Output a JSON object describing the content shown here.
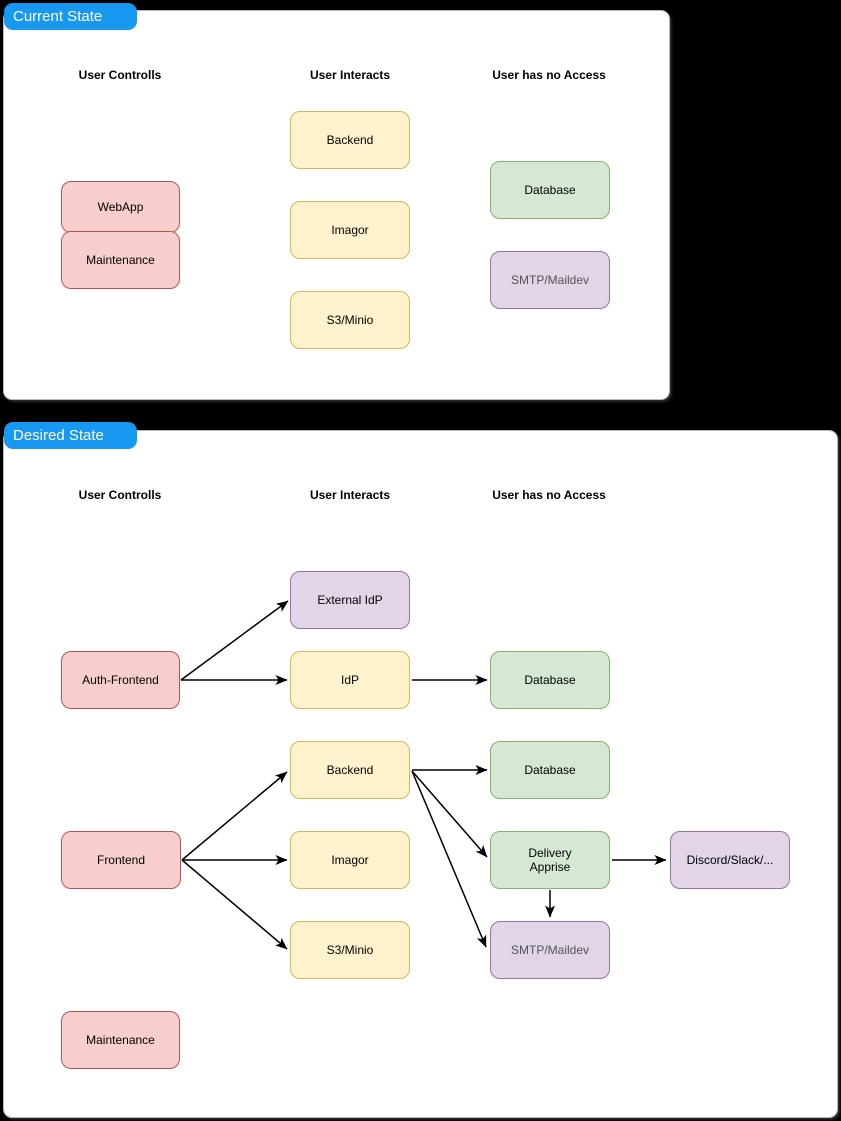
{
  "colors": {
    "background": "#000000",
    "panel_bg": "#ffffff",
    "panel_border": "#b9b9b9",
    "label_blue": "#1799F1",
    "node_red_fill": "#F8CECC",
    "node_red_border": "#B85450",
    "node_yellow_fill": "#FFF2CC",
    "node_yellow_border": "#D6B656",
    "node_green_fill": "#D5E8D4",
    "node_green_border": "#82B366",
    "node_purple_fill": "#E1D5E7",
    "node_purple_border": "#9673A6",
    "edge_color": "#000000",
    "muted_text_color": "#545454"
  },
  "current": {
    "label": "Current State",
    "columns": [
      "User Controlls",
      "User Interacts",
      "User has no Access"
    ],
    "nodes": {
      "webapp": "WebApp",
      "maintenance": "Maintenance",
      "backend": "Backend",
      "imagor": "Imagor",
      "s3": "S3/Minio",
      "database": "Database",
      "smtp": "SMTP/Maildev"
    },
    "edges": []
  },
  "desired": {
    "label": "Desired State",
    "columns": [
      "User Controlls",
      "User Interacts",
      "User has no Access"
    ],
    "nodes": {
      "external_idp": "External IdP",
      "auth_frontend": "Auth-Frontend",
      "idp": "IdP",
      "database_idp": "Database",
      "backend": "Backend",
      "database_backend": "Database",
      "frontend": "Frontend",
      "imagor": "Imagor",
      "delivery_line1": "Delivery",
      "delivery_line2": "Apprise",
      "discord": "Discord/Slack/...",
      "s3": "S3/Minio",
      "smtp": "SMTP/Maildev",
      "maintenance": "Maintenance"
    },
    "edges": [
      {
        "from": "Auth-Frontend",
        "to": "External IdP"
      },
      {
        "from": "Auth-Frontend",
        "to": "IdP"
      },
      {
        "from": "IdP",
        "to": "Database"
      },
      {
        "from": "Frontend",
        "to": "Backend"
      },
      {
        "from": "Frontend",
        "to": "Imagor"
      },
      {
        "from": "Frontend",
        "to": "S3/Minio"
      },
      {
        "from": "Backend",
        "to": "Database"
      },
      {
        "from": "Backend",
        "to": "Delivery Apprise"
      },
      {
        "from": "Backend",
        "to": "SMTP/Maildev"
      },
      {
        "from": "Delivery Apprise",
        "to": "SMTP/Maildev"
      },
      {
        "from": "Delivery Apprise",
        "to": "Discord/Slack/..."
      }
    ]
  }
}
